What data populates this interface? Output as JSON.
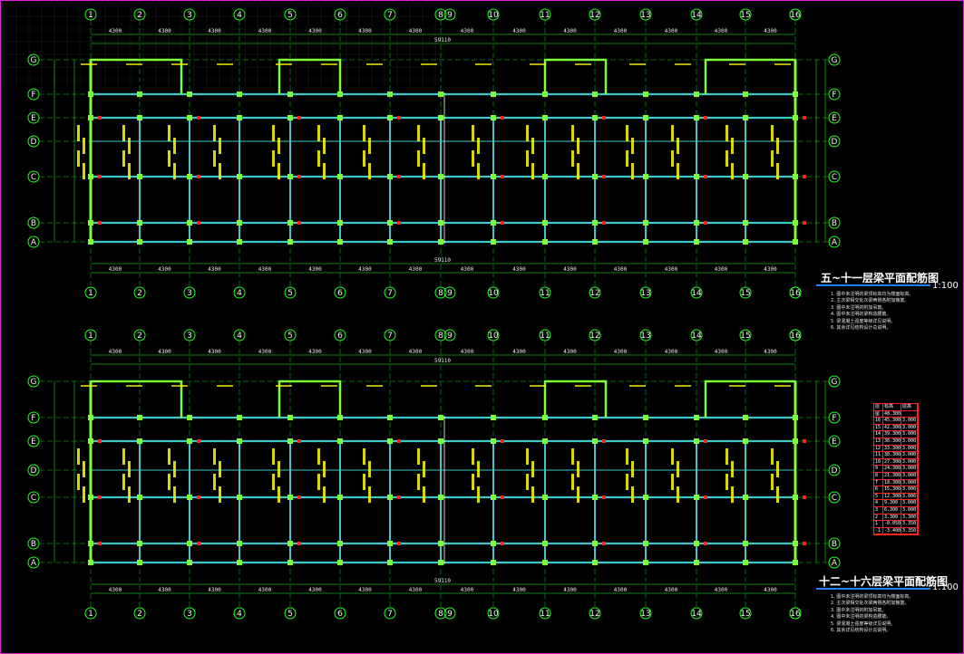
{
  "drawing": {
    "colors": {
      "background": "#000000",
      "frame": "#e020e0",
      "axis_line": "#20ff20",
      "beam": "#40c8c8",
      "column": "#7cff3a",
      "column_red": "#ff2020",
      "annotation": "#ffff00",
      "text": "#ffffff"
    },
    "axes": {
      "numbers": [
        "1",
        "2",
        "3",
        "4",
        "5",
        "6",
        "7",
        "8",
        "9",
        "10",
        "11",
        "12",
        "13",
        "14",
        "15",
        "16"
      ],
      "letters": [
        "G",
        "F",
        "E",
        "D",
        "C",
        "B",
        "A"
      ],
      "combined_label": "8",
      "combined_label_right": "9"
    },
    "plans": [
      {
        "title": "五~十一层梁平面配筋图",
        "scale": "1:100",
        "notes": [
          "1. 图中未注明的梁顶标高均为楼面标高。",
          "2. 主次梁相交处次梁两侧各附加箍筋。",
          "3. 图中未注明的附加吊筋。",
          "4. 图中未注明的梁构造腰筋。",
          "5. 梁混凝土强度等级详见说明。",
          "6. 其余详见结构设计总说明。"
        ]
      },
      {
        "title": "十二~十六层梁平面配筋图",
        "scale": "1:100",
        "notes": [
          "1. 图中未注明的梁顶标高均为楼面标高。",
          "2. 主次梁相交处次梁两侧各附加箍筋。",
          "3. 图中未注明的附加吊筋。",
          "4. 图中未注明的梁构造腰筋。",
          "5. 梁混凝土强度等级详见说明。",
          "6. 其余详见结构设计总说明。"
        ]
      }
    ],
    "dimensions": {
      "bays": [
        "4300",
        "4300",
        "4300",
        "4300",
        "4300",
        "4300",
        "4300",
        "4300",
        "4300",
        "4300",
        "4300",
        "4300",
        "4300",
        "4300",
        "4300"
      ],
      "total": "59110"
    },
    "floor_table": {
      "header": [
        "层号",
        "标高(m)",
        "层高(m)"
      ],
      "rows": [
        [
          "屋面",
          "48.300",
          ""
        ],
        [
          "16",
          "45.300",
          "3.000"
        ],
        [
          "15",
          "42.300",
          "3.000"
        ],
        [
          "14",
          "39.300",
          "3.000"
        ],
        [
          "13",
          "36.300",
          "3.000"
        ],
        [
          "12",
          "33.300",
          "3.000"
        ],
        [
          "11",
          "30.300",
          "3.000"
        ],
        [
          "10",
          "27.300",
          "3.000"
        ],
        [
          "9",
          "24.300",
          "3.000"
        ],
        [
          "8",
          "21.300",
          "3.000"
        ],
        [
          "7",
          "18.300",
          "3.000"
        ],
        [
          "6",
          "15.300",
          "3.000"
        ],
        [
          "5",
          "12.300",
          "3.000"
        ],
        [
          "4",
          "9.300",
          "3.000"
        ],
        [
          "3",
          "6.300",
          "3.000"
        ],
        [
          "2",
          "3.300",
          "3.300"
        ],
        [
          "1",
          "-0.050",
          "3.350"
        ],
        [
          "-1",
          "-3.400",
          "3.350"
        ]
      ]
    }
  }
}
